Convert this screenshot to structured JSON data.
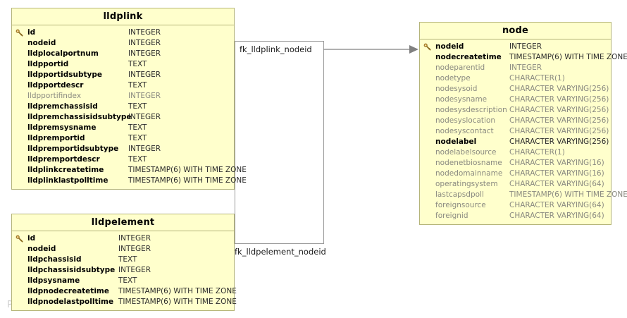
{
  "diagram": {
    "watermark": "P",
    "key_icon": "key-icon",
    "arrow_color": "#808080"
  },
  "relationships": [
    {
      "name": "fk_lldplink_nodeid"
    },
    {
      "name": "fk_lldpelement_nodeid"
    }
  ],
  "entities": [
    {
      "id": "lldplink",
      "title": "lldplink",
      "attributes": [
        {
          "key": true,
          "name": "id",
          "type": "INTEGER",
          "nullable": false
        },
        {
          "key": false,
          "name": "nodeid",
          "type": "INTEGER",
          "nullable": false
        },
        {
          "key": false,
          "name": "lldplocalportnum",
          "type": "INTEGER",
          "nullable": false
        },
        {
          "key": false,
          "name": "lldpportid",
          "type": "TEXT",
          "nullable": false
        },
        {
          "key": false,
          "name": "lldpportidsubtype",
          "type": "INTEGER",
          "nullable": false
        },
        {
          "key": false,
          "name": "lldpportdescr",
          "type": "TEXT",
          "nullable": false
        },
        {
          "key": false,
          "name": "lldpportifindex",
          "type": "INTEGER",
          "nullable": true
        },
        {
          "key": false,
          "name": "lldpremchassisid",
          "type": "TEXT",
          "nullable": false
        },
        {
          "key": false,
          "name": "lldpremchassisidsubtype",
          "type": "INTEGER",
          "nullable": false
        },
        {
          "key": false,
          "name": "lldpremsysname",
          "type": "TEXT",
          "nullable": false
        },
        {
          "key": false,
          "name": "lldpremportid",
          "type": "TEXT",
          "nullable": false
        },
        {
          "key": false,
          "name": "lldpremportidsubtype",
          "type": "INTEGER",
          "nullable": false
        },
        {
          "key": false,
          "name": "lldpremportdescr",
          "type": "TEXT",
          "nullable": false
        },
        {
          "key": false,
          "name": "lldplinkcreatetime",
          "type": "TIMESTAMP(6) WITH TIME ZONE",
          "nullable": false
        },
        {
          "key": false,
          "name": "lldplinklastpolltime",
          "type": "TIMESTAMP(6) WITH TIME ZONE",
          "nullable": false
        }
      ]
    },
    {
      "id": "lldpelement",
      "title": "lldpelement",
      "attributes": [
        {
          "key": true,
          "name": "id",
          "type": "INTEGER",
          "nullable": false
        },
        {
          "key": false,
          "name": "nodeid",
          "type": "INTEGER",
          "nullable": false
        },
        {
          "key": false,
          "name": "lldpchassisid",
          "type": "TEXT",
          "nullable": false
        },
        {
          "key": false,
          "name": "lldpchassisidsubtype",
          "type": "INTEGER",
          "nullable": false
        },
        {
          "key": false,
          "name": "lldpsysname",
          "type": "TEXT",
          "nullable": false
        },
        {
          "key": false,
          "name": "lldpnodecreatetime",
          "type": "TIMESTAMP(6) WITH TIME ZONE",
          "nullable": false
        },
        {
          "key": false,
          "name": "lldpnodelastpolltime",
          "type": "TIMESTAMP(6) WITH TIME ZONE",
          "nullable": false
        }
      ]
    },
    {
      "id": "node",
      "title": "node",
      "attributes": [
        {
          "key": true,
          "name": "nodeid",
          "type": "INTEGER",
          "nullable": false
        },
        {
          "key": false,
          "name": "nodecreatetime",
          "type": "TIMESTAMP(6) WITH TIME ZONE",
          "nullable": false
        },
        {
          "key": false,
          "name": "nodeparentid",
          "type": "INTEGER",
          "nullable": true
        },
        {
          "key": false,
          "name": "nodetype",
          "type": "CHARACTER(1)",
          "nullable": true
        },
        {
          "key": false,
          "name": "nodesysoid",
          "type": "CHARACTER VARYING(256)",
          "nullable": true
        },
        {
          "key": false,
          "name": "nodesysname",
          "type": "CHARACTER VARYING(256)",
          "nullable": true
        },
        {
          "key": false,
          "name": "nodesysdescription",
          "type": "CHARACTER VARYING(256)",
          "nullable": true
        },
        {
          "key": false,
          "name": "nodesyslocation",
          "type": "CHARACTER VARYING(256)",
          "nullable": true
        },
        {
          "key": false,
          "name": "nodesyscontact",
          "type": "CHARACTER VARYING(256)",
          "nullable": true
        },
        {
          "key": false,
          "name": "nodelabel",
          "type": "CHARACTER VARYING(256)",
          "nullable": false
        },
        {
          "key": false,
          "name": "nodelabelsource",
          "type": "CHARACTER(1)",
          "nullable": true
        },
        {
          "key": false,
          "name": "nodenetbiosname",
          "type": "CHARACTER VARYING(16)",
          "nullable": true
        },
        {
          "key": false,
          "name": "nodedomainname",
          "type": "CHARACTER VARYING(16)",
          "nullable": true
        },
        {
          "key": false,
          "name": "operatingsystem",
          "type": "CHARACTER VARYING(64)",
          "nullable": true
        },
        {
          "key": false,
          "name": "lastcapsdpoll",
          "type": "TIMESTAMP(6) WITH TIME ZONE",
          "nullable": true
        },
        {
          "key": false,
          "name": "foreignsource",
          "type": "CHARACTER VARYING(64)",
          "nullable": true
        },
        {
          "key": false,
          "name": "foreignid",
          "type": "CHARACTER VARYING(64)",
          "nullable": true
        }
      ]
    }
  ]
}
